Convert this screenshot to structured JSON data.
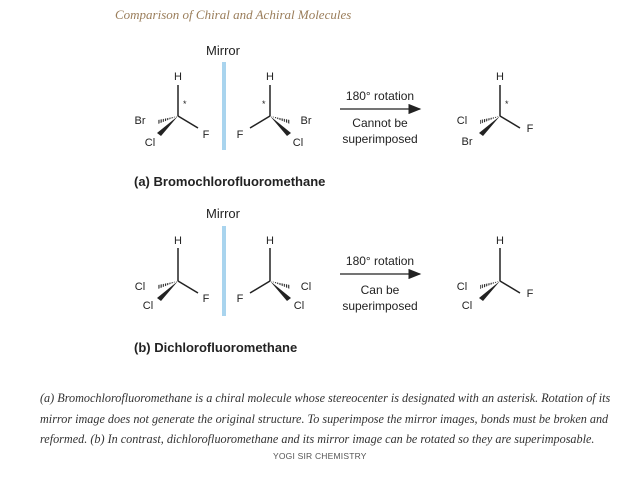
{
  "title": "Comparison of Chiral and Achiral Molecules",
  "panel_a": {
    "mirror_label": "Mirror",
    "rotation_label": "180° rotation",
    "result_line1": "Cannot be",
    "result_line2": "superimposed",
    "name": "(a) Bromochlorofluoromethane",
    "left": {
      "top": "H",
      "hash": "Br",
      "wedge_low": "Cl",
      "right": "F",
      "stereo": "*"
    },
    "mirror": {
      "top": "H",
      "hash": "Br",
      "wedge_low": "Cl",
      "left": "F",
      "stereo": "*"
    },
    "rotated": {
      "top": "H",
      "hash": "Cl",
      "wedge_low": "Br",
      "right": "F",
      "stereo": "*"
    }
  },
  "panel_b": {
    "mirror_label": "Mirror",
    "rotation_label": "180° rotation",
    "result_line1": "Can be",
    "result_line2": "superimposed",
    "name": "(b) Dichlorofluoromethane",
    "left": {
      "top": "H",
      "hash": "Cl",
      "wedge_low": "Cl",
      "right": "F"
    },
    "mirror": {
      "top": "H",
      "hash": "Cl",
      "wedge_low": "Cl",
      "left": "F"
    },
    "rotated": {
      "top": "H",
      "hash": "Cl",
      "wedge_low": "Cl",
      "right": "F"
    }
  },
  "caption": "(a) Bromochlorofluoromethane is a chiral molecule whose stereocenter is designated with an asterisk. Rotation of its mirror image does not generate the original structure. To superimpose the mirror images, bonds must be broken and reformed. (b) In contrast, dichlorofluoromethane and its mirror image can be rotated so they are superimposable.",
  "watermark": "YOGI SIR CHEMISTRY",
  "colors": {
    "mirror": "#a9d4ee",
    "title": "#9a7d5a"
  }
}
